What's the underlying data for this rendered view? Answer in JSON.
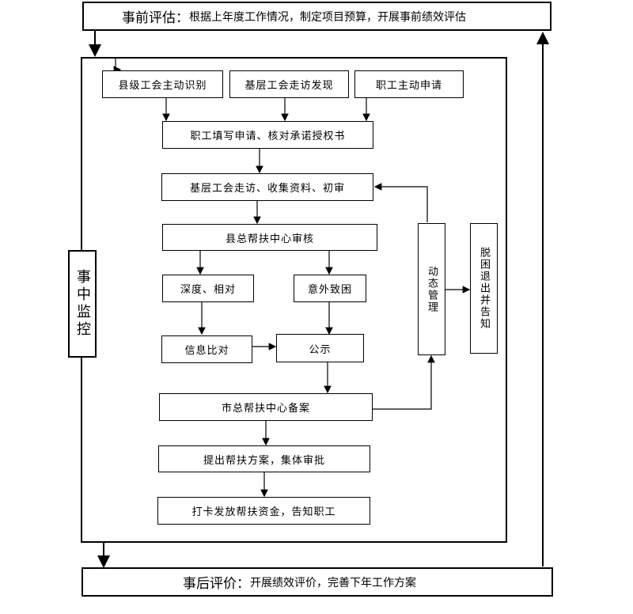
{
  "top_bar": {
    "head": "事前评估：",
    "text": "根据上年度工作情况，制定项目预算，开展事前绩效评估"
  },
  "bottom_bar": {
    "head": "事后评价：",
    "text": "开展绩效评价，完善下年工作方案"
  },
  "side_label": "事中监控",
  "sources": [
    "县级工会主动识别",
    "基层工会走访发现",
    "职工主动申请"
  ],
  "steps": {
    "apply": "职工填写申请、核对承诺授权书",
    "visit": "基层工会走访、收集资料、初审",
    "county_review": "县总帮扶中心审核",
    "deep": "深度、相对",
    "accident": "意外致困",
    "compare": "信息比对",
    "publicity": "公示",
    "city_record": "市总帮扶中心备案",
    "plan": "提出帮扶方案，集体审批",
    "fund": "打卡发放帮扶资金，告知职工"
  },
  "dynamic": "动态管理",
  "exit": "脱困退出并告知"
}
